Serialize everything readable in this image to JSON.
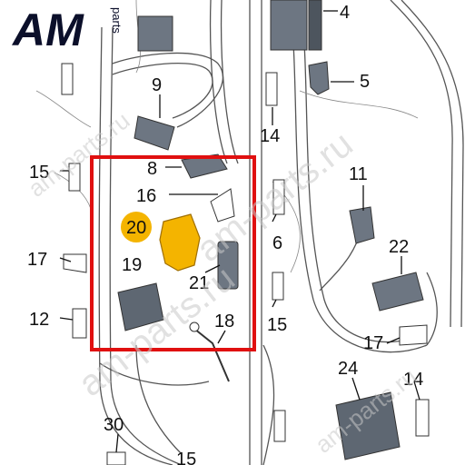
{
  "logo": {
    "text": "AM",
    "suffix": "parts"
  },
  "watermarks": [
    "am-parts.ru",
    "am-parts.ru",
    "am-parts.ru",
    "am-parts.ru"
  ],
  "callouts": [
    "4",
    "5",
    "9",
    "14",
    "15",
    "8",
    "16",
    "11",
    "20",
    "22",
    "17",
    "19",
    "21",
    "6",
    "12",
    "18",
    "15",
    "17",
    "24",
    "14",
    "30",
    "15"
  ],
  "colors": {
    "highlight_box": "#e01010",
    "highlight_part": "#f4b400",
    "line": "#333333",
    "part": "#5a6470"
  }
}
